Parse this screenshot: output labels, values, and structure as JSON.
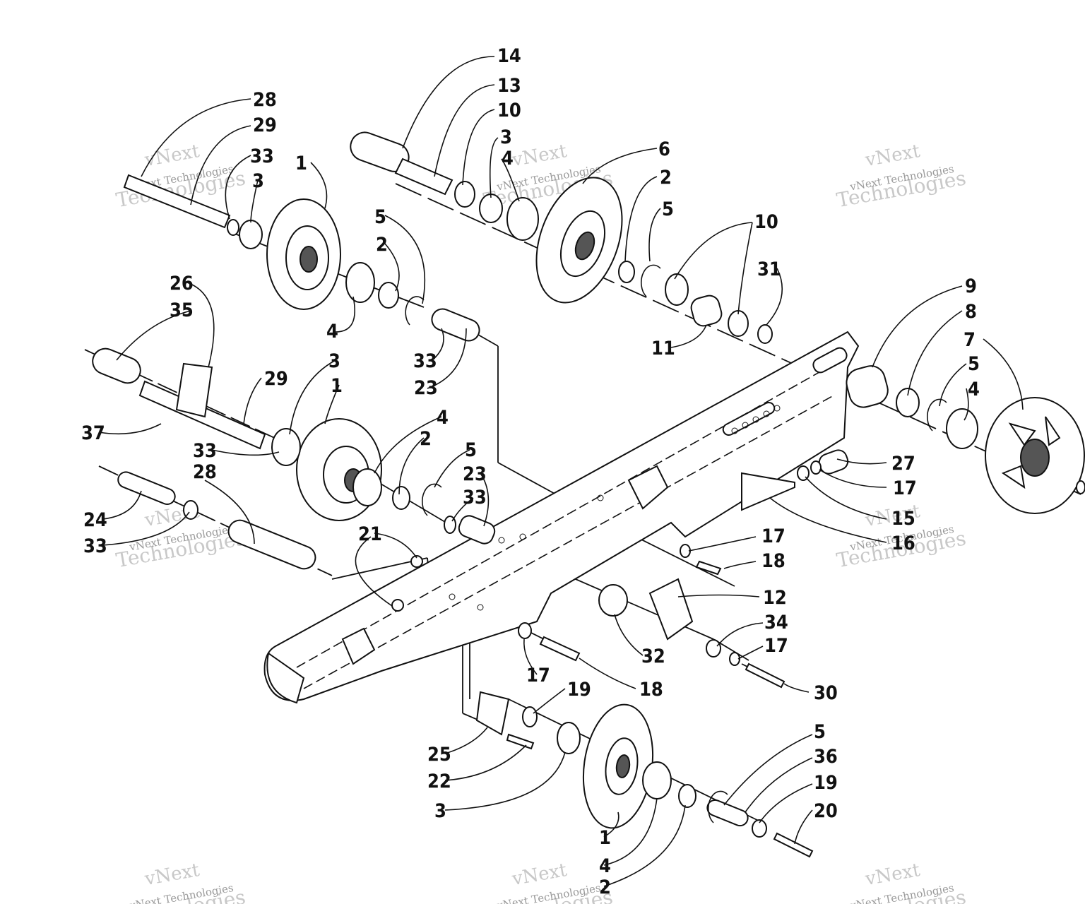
{
  "watermark": {
    "brand_line1": "vNext",
    "brand_line2": "Technologies",
    "caption": "vNext Technologies"
  },
  "callouts": [
    {
      "id": "c14a",
      "label": "14"
    },
    {
      "id": "c13a",
      "label": "13"
    },
    {
      "id": "c10a",
      "label": "10"
    },
    {
      "id": "c3a",
      "label": "3"
    },
    {
      "id": "c4a",
      "label": "4"
    },
    {
      "id": "c6a",
      "label": "6"
    },
    {
      "id": "c2a",
      "label": "2"
    },
    {
      "id": "c5a",
      "label": "5"
    },
    {
      "id": "c10b",
      "label": "10"
    },
    {
      "id": "c31a",
      "label": "31"
    },
    {
      "id": "c11a",
      "label": "11"
    },
    {
      "id": "c28a",
      "label": "28"
    },
    {
      "id": "c29a",
      "label": "29"
    },
    {
      "id": "c33a",
      "label": "33"
    },
    {
      "id": "c3b",
      "label": "3"
    },
    {
      "id": "c1a",
      "label": "1"
    },
    {
      "id": "c5b",
      "label": "5"
    },
    {
      "id": "c2b",
      "label": "2"
    },
    {
      "id": "c4b",
      "label": "4"
    },
    {
      "id": "c33b",
      "label": "33"
    },
    {
      "id": "c23a",
      "label": "23"
    },
    {
      "id": "c26a",
      "label": "26"
    },
    {
      "id": "c35a",
      "label": "35"
    },
    {
      "id": "c29b",
      "label": "29"
    },
    {
      "id": "c3c",
      "label": "3"
    },
    {
      "id": "c1b",
      "label": "1"
    },
    {
      "id": "c37a",
      "label": "37"
    },
    {
      "id": "c33c",
      "label": "33"
    },
    {
      "id": "c4c",
      "label": "4"
    },
    {
      "id": "c2c",
      "label": "2"
    },
    {
      "id": "c5c",
      "label": "5"
    },
    {
      "id": "c23b",
      "label": "23"
    },
    {
      "id": "c33d",
      "label": "33"
    },
    {
      "id": "c28b",
      "label": "28"
    },
    {
      "id": "c24a",
      "label": "24"
    },
    {
      "id": "c33e",
      "label": "33"
    },
    {
      "id": "c21a",
      "label": "21"
    },
    {
      "id": "c9a",
      "label": "9"
    },
    {
      "id": "c8a",
      "label": "8"
    },
    {
      "id": "c7a",
      "label": "7"
    },
    {
      "id": "c5d",
      "label": "5"
    },
    {
      "id": "c4d",
      "label": "4"
    },
    {
      "id": "c27a",
      "label": "27"
    },
    {
      "id": "c17a",
      "label": "17"
    },
    {
      "id": "c15a",
      "label": "15"
    },
    {
      "id": "c16a",
      "label": "16"
    },
    {
      "id": "c17b",
      "label": "17"
    },
    {
      "id": "c18a",
      "label": "18"
    },
    {
      "id": "c12a",
      "label": "12"
    },
    {
      "id": "c34a",
      "label": "34"
    },
    {
      "id": "c17c",
      "label": "17"
    },
    {
      "id": "c32a",
      "label": "32"
    },
    {
      "id": "c30a",
      "label": "30"
    },
    {
      "id": "c17d",
      "label": "17"
    },
    {
      "id": "c18b",
      "label": "18"
    },
    {
      "id": "c19a",
      "label": "19"
    },
    {
      "id": "c25a",
      "label": "25"
    },
    {
      "id": "c22a",
      "label": "22"
    },
    {
      "id": "c3d",
      "label": "3"
    },
    {
      "id": "c1c",
      "label": "1"
    },
    {
      "id": "c4e",
      "label": "4"
    },
    {
      "id": "c2d",
      "label": "2"
    },
    {
      "id": "c5e",
      "label": "5"
    },
    {
      "id": "c36a",
      "label": "36"
    },
    {
      "id": "c19b",
      "label": "19"
    },
    {
      "id": "c20a",
      "label": "20"
    }
  ]
}
